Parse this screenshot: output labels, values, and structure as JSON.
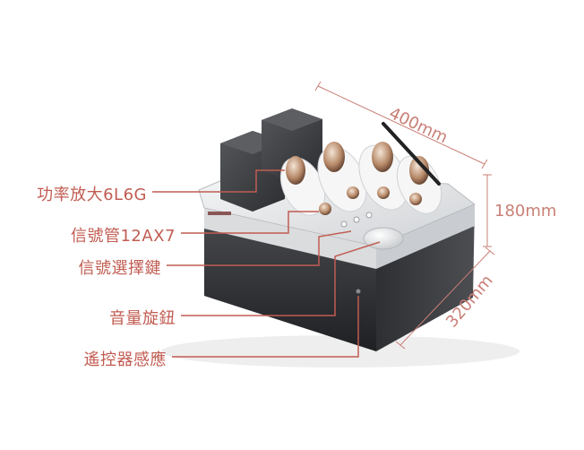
{
  "colors": {
    "callout": "#c15c52",
    "dimension": "#c97f76",
    "body_silver": "#e4e6e8",
    "body_front": "#2a2c30",
    "transformer": "#3c3e42"
  },
  "callouts": [
    {
      "id": "power-tube",
      "label": "功率放大6L6G"
    },
    {
      "id": "signal-tube",
      "label": "信號管12AX7"
    },
    {
      "id": "input-selector",
      "label": "信號選擇鍵"
    },
    {
      "id": "volume-knob",
      "label": "音量旋鈕"
    },
    {
      "id": "remote-sensor",
      "label": "遙控器感應"
    }
  ],
  "dimensions": {
    "width": "400mm",
    "height": "180mm",
    "depth": "320mm"
  }
}
